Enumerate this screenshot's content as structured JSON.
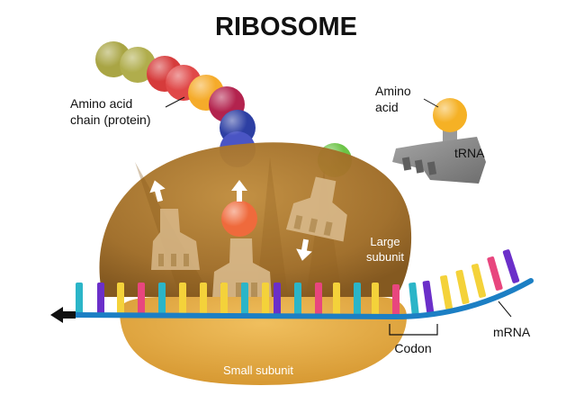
{
  "title": "RIBOSOME",
  "labels": {
    "amino_chain_line1": "Amino acid",
    "amino_chain_line2": "chain (protein)",
    "amino_acid_line1": "Amino",
    "amino_acid_line2": "acid",
    "trna": "tRNA",
    "large_line1": "Large",
    "large_line2": "subunit",
    "small": "Small subunit",
    "codon": "Codon",
    "mrna": "mRNA"
  },
  "colors": {
    "large_subunit": "#a8742a",
    "small_subunit": "#e2a743",
    "mrna_backbone": "#1c7fc4",
    "trna_in_ribosome": "#d9b98a",
    "trna_free": "#8c8c8c",
    "nucleotide_palette": [
      "#2bb5c8",
      "#6b2fc9",
      "#f4d23a",
      "#e8467e"
    ],
    "amino_chain": [
      "#a9a544",
      "#b0ad4c",
      "#d63b3b",
      "#e04848",
      "#f5ab2a",
      "#b3234e",
      "#2d3fa3",
      "#4a55c4"
    ],
    "amino_in_site": "#ef6a3c",
    "amino_incoming": "#6cc447",
    "amino_free": "#f5b125"
  }
}
